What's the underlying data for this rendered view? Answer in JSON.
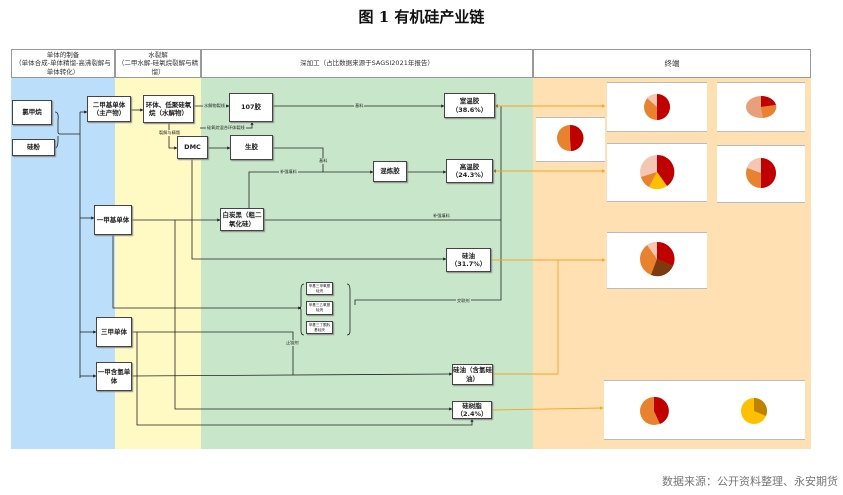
{
  "title": "图 1  有机硅产业链",
  "headers": {
    "col1": "单体的制备\n（单体合成-单体精馏-高沸裂解与单体转化）",
    "col2": "水裂解\n（二甲水解-硅氧烷裂解与精馏）",
    "col3": "深加工（占比数据来源于SAGSI2021年报告）",
    "col4": "终端"
  },
  "nodes": {
    "chloromethane": "氯甲烷",
    "silicon_powder": "硅粉",
    "dimethyl": "二甲基单体\n（主产物）",
    "cyclic": "环体、低聚硅氧烷（水解物）",
    "g107": "107胶",
    "dmc": "DMC",
    "raw_rubber": "生胶",
    "mixed": "混炼胶",
    "rtv": "室温胶\n（38.6%）",
    "htv": "高温胶\n（24.3%）",
    "monomethyl": "一甲基单体",
    "silica": "白炭黑（粗二氧化硅）",
    "oil": "硅油\n（31.7%）",
    "s1": "甲基三甲氧基硅烷",
    "s2": "甲基三乙氧基硅烷",
    "s3": "甲基三丁酮肟基硅烷",
    "trimethyl": "三甲单体",
    "mh": "一甲含氢单体",
    "h_oil": "硅油（含氢硅油）",
    "resin": "硅树脂\n（2.4%）"
  },
  "edge_labels": {
    "hydrolysis_line": "水解物裂线",
    "mix_line": "硅氧烷混合环体裂线",
    "crack": "裂解与精馏",
    "base1": "基料",
    "base2": "基料",
    "filler1": "补强填料",
    "filler2": "补强填料",
    "crosslink": "交联剂",
    "stopper": "止链剂"
  },
  "colors": {
    "blue": "#bbdefb",
    "yellow": "#fff9c4",
    "green": "#c8e6c9",
    "orange": "#ffe0b2",
    "arrow": "#f5a623"
  },
  "footer": "数据来源：公开资料整理、永安期货"
}
